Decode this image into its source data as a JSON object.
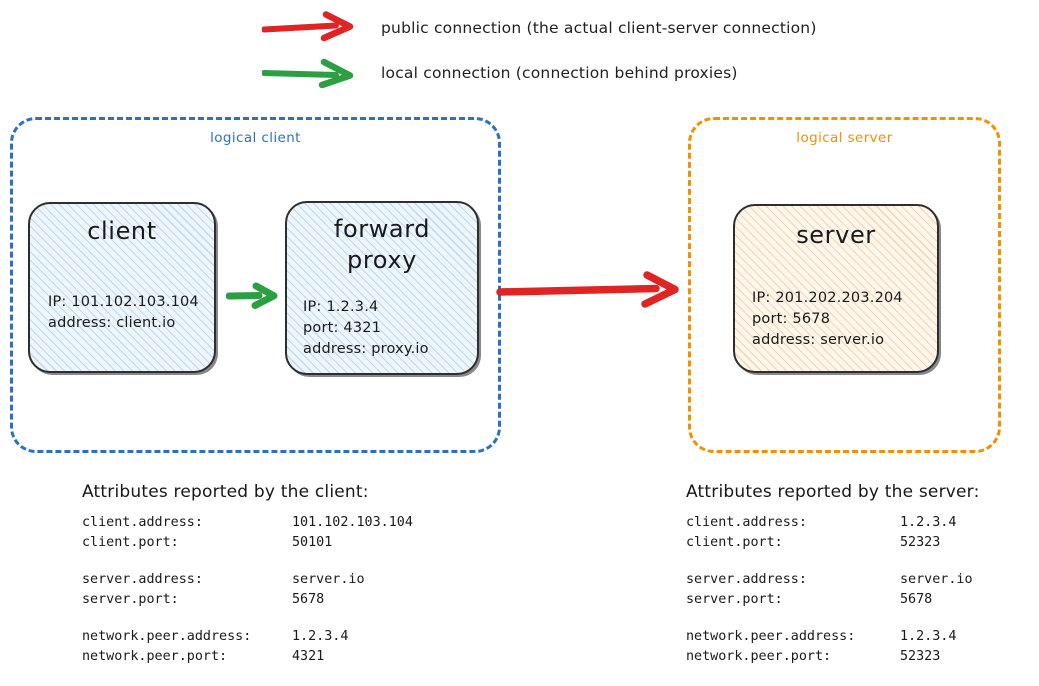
{
  "legend": [
    {
      "icon": "red-arrow-icon",
      "color": "#e02424",
      "label": "public connection (the actual client-server connection)"
    },
    {
      "icon": "green-arrow-icon",
      "color": "#2e9e42",
      "label": "local connection (connection behind proxies)"
    }
  ],
  "groups": {
    "client": {
      "label": "logical client",
      "color": "#2871c4"
    },
    "server": {
      "label": "logical server",
      "color": "#f29100"
    }
  },
  "nodes": {
    "client": {
      "title": "client",
      "props": "IP: 101.102.103.104\naddress: client.io"
    },
    "forward_proxy": {
      "title": "forward\nproxy",
      "props": "IP: 1.2.3.4\nport: 4321\naddress: proxy.io"
    },
    "server": {
      "title": "server",
      "props": "IP: 201.202.203.204\nport: 5678\naddress: server.io"
    }
  },
  "flows": {
    "local": {
      "icon": "green-arrow-icon",
      "color": "#2e9e42"
    },
    "public": {
      "icon": "red-arrow-icon",
      "color": "#e02424"
    }
  },
  "attributes_client": {
    "heading": "Attributes reported by the client:",
    "groups": [
      {
        "rows": [
          {
            "key": "client.address:",
            "value": "101.102.103.104"
          },
          {
            "key": "client.port:",
            "value": "50101"
          }
        ]
      },
      {
        "rows": [
          {
            "key": "server.address:",
            "value": "server.io"
          },
          {
            "key": "server.port:",
            "value": "5678"
          }
        ]
      },
      {
        "rows": [
          {
            "key": "network.peer.address:",
            "value": "1.2.3.4"
          },
          {
            "key": "network.peer.port:",
            "value": "4321"
          }
        ]
      }
    ]
  },
  "attributes_server": {
    "heading": "Attributes reported by the server:",
    "groups": [
      {
        "rows": [
          {
            "key": "client.address:",
            "value": "1.2.3.4"
          },
          {
            "key": "client.port:",
            "value": "52323"
          }
        ]
      },
      {
        "rows": [
          {
            "key": "server.address:",
            "value": "server.io"
          },
          {
            "key": "server.port:",
            "value": "5678"
          }
        ]
      },
      {
        "rows": [
          {
            "key": "network.peer.address:",
            "value": "1.2.3.4"
          },
          {
            "key": "network.peer.port:",
            "value": "52323"
          }
        ]
      }
    ]
  }
}
